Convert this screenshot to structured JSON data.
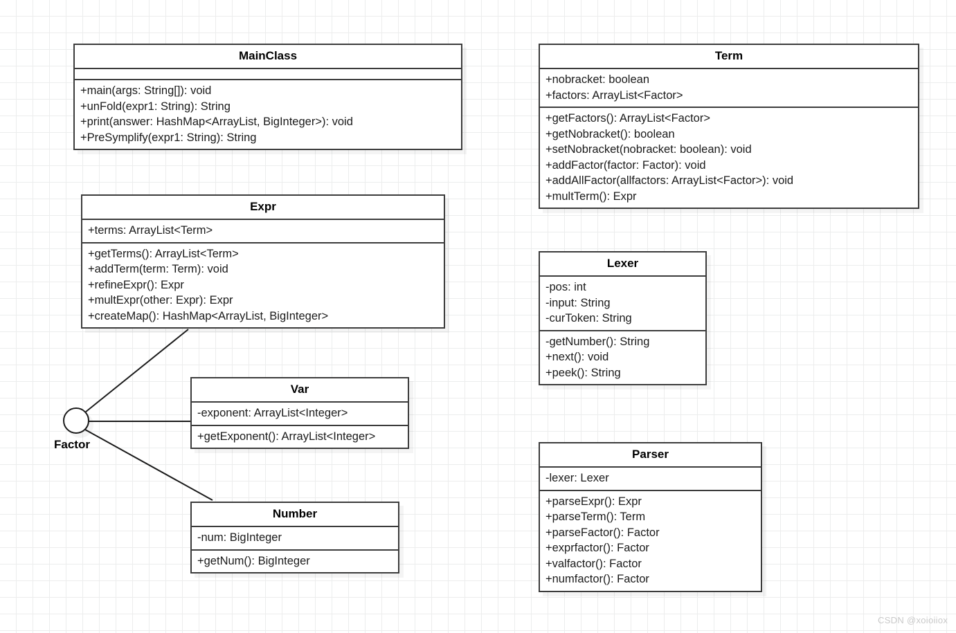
{
  "diagram": {
    "type": "uml-class-diagram",
    "watermark": "CSDN @xoioiiox"
  },
  "classes": {
    "mainclass": {
      "name": "MainClass",
      "attributes": [],
      "methods": [
        "+main(args: String[]): void",
        "+unFold(expr1: String): String",
        "+print(answer: HashMap<ArrayList, BigInteger>): void",
        "+PreSymplify(expr1: String): String"
      ]
    },
    "expr": {
      "name": "Expr",
      "attributes": [
        "+terms: ArrayList<Term>"
      ],
      "methods": [
        "+getTerms(): ArrayList<Term>",
        "+addTerm(term: Term): void",
        "+refineExpr(): Expr",
        "+multExpr(other: Expr): Expr",
        "+createMap(): HashMap<ArrayList, BigInteger>"
      ]
    },
    "var": {
      "name": "Var",
      "attributes": [
        "-exponent: ArrayList<Integer>"
      ],
      "methods": [
        "+getExponent(): ArrayList<Integer>"
      ]
    },
    "number": {
      "name": "Number",
      "attributes": [
        "-num: BigInteger"
      ],
      "methods": [
        "+getNum(): BigInteger"
      ]
    },
    "term": {
      "name": "Term",
      "attributes": [
        "+nobracket: boolean",
        "+factors: ArrayList<Factor>"
      ],
      "methods": [
        "+getFactors(): ArrayList<Factor>",
        "+getNobracket(): boolean",
        "+setNobracket(nobracket: boolean): void",
        "+addFactor(factor: Factor): void",
        "+addAllFactor(allfactors: ArrayList<Factor>): void",
        "+multTerm(): Expr"
      ]
    },
    "lexer": {
      "name": "Lexer",
      "attributes": [
        "-pos: int",
        "-input: String",
        "-curToken: String"
      ],
      "methods": [
        "-getNumber(): String",
        "+next(): void",
        "+peek(): String"
      ]
    },
    "parser": {
      "name": "Parser",
      "attributes": [
        "-lexer: Lexer"
      ],
      "methods": [
        "+parseExpr(): Expr",
        "+parseTerm(): Term",
        "+parseFactor(): Factor",
        "+exprfactor(): Factor",
        "+valfactor(): Factor",
        "+numfactor(): Factor"
      ]
    }
  },
  "interfaces": {
    "factor": {
      "name": "Factor"
    }
  },
  "relations": [
    {
      "from": "factor",
      "to": "expr",
      "kind": "realization-lollipop"
    },
    {
      "from": "factor",
      "to": "var",
      "kind": "realization-lollipop"
    },
    {
      "from": "factor",
      "to": "number",
      "kind": "realization-lollipop"
    }
  ]
}
